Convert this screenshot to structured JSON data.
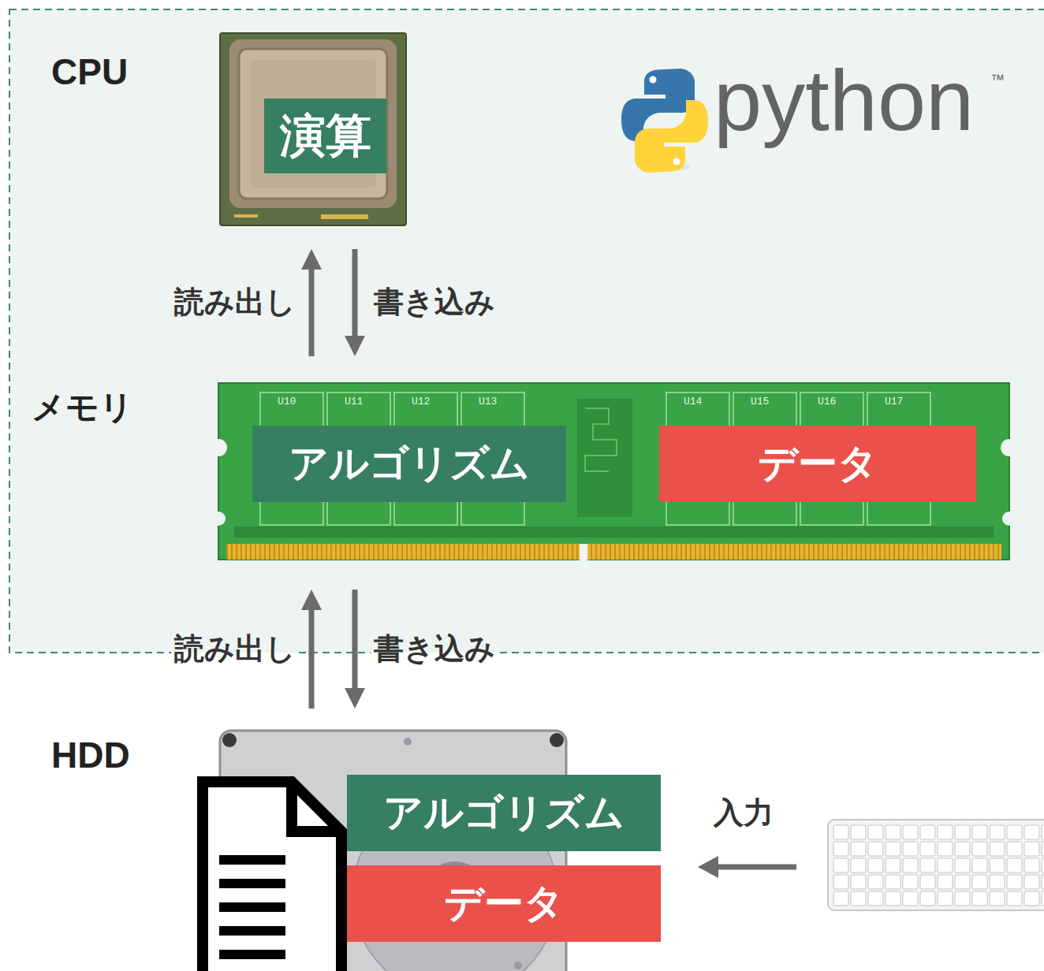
{
  "diagram": {
    "nodes": [
      {
        "text": [
          "CPU"
        ]
      },
      {
        "text": [
          "演算"
        ],
        "in": 0
      },
      {
        "text": [
          "メモリ"
        ]
      },
      {
        "text": [
          "アルゴリズム"
        ],
        "in": 2
      },
      {
        "text": [
          "データ"
        ],
        "in": 2
      },
      {
        "text": [
          "HDD"
        ]
      },
      {
        "text": [
          "アルゴリズム"
        ],
        "in": 5
      },
      {
        "text": [
          "データ"
        ],
        "in": 5
      }
    ],
    "edges": [
      {
        "from": 2,
        "to": 0,
        "arrow": "to",
        "label": "読み出し"
      },
      {
        "from": 0,
        "to": 2,
        "arrow": "to",
        "label": "書き込み"
      },
      {
        "from": 5,
        "to": 2,
        "arrow": "to",
        "label": "読み出し"
      },
      {
        "from": 2,
        "to": 5,
        "arrow": "to",
        "label": "書き込み"
      }
    ],
    "labels": [
      "python",
      "™",
      "入力",
      "U10",
      "U11",
      "U12",
      "U13",
      "U14",
      "U15",
      "U16",
      "U17"
    ]
  }
}
